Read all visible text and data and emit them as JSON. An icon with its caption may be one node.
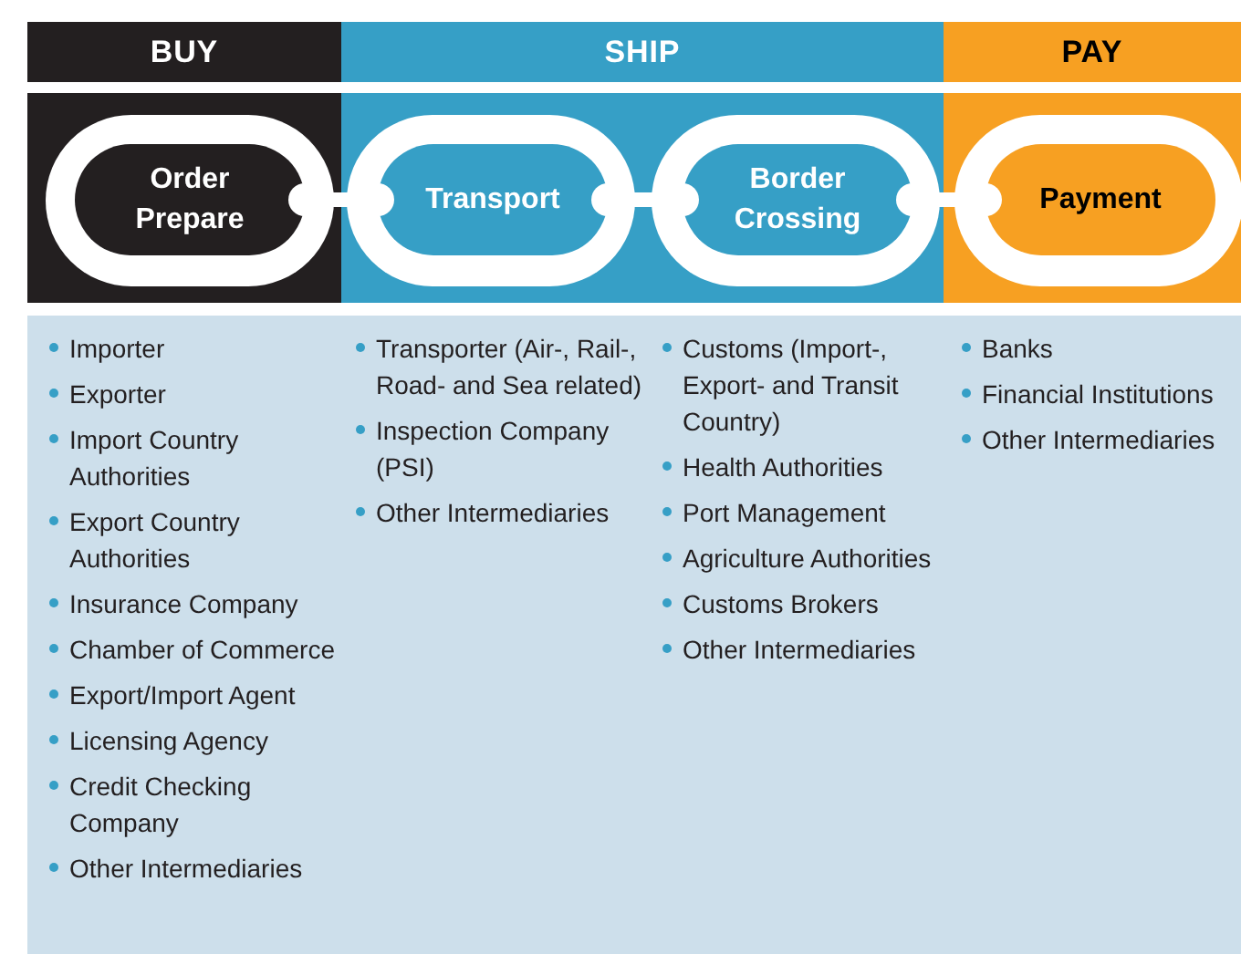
{
  "diagram": {
    "nodes": [
      {
        "text": [
          "BUY"
        ]
      },
      {
        "text": [
          "SHIP"
        ]
      },
      {
        "text": [
          "PAY"
        ]
      },
      {
        "text": [
          "Order Prepare"
        ]
      },
      {
        "text": [
          "Transport"
        ]
      },
      {
        "text": [
          "Border Crossing"
        ]
      },
      {
        "text": [
          "Payment"
        ]
      }
    ],
    "edges": [
      {
        "from": 3,
        "to": 4,
        "arrow": "other"
      },
      {
        "from": 4,
        "to": 5,
        "arrow": "other"
      },
      {
        "from": 5,
        "to": 6,
        "arrow": "other"
      }
    ],
    "labels": [
      "Importer",
      "Exporter",
      "Import Country Authorities",
      "Export Country Authorities",
      "Insurance Company",
      "Chamber of Commerce",
      "Export/Import Agent",
      "Licensing Agency",
      "Credit Checking Company",
      "Other Intermediaries",
      "Transporter (Air-, Rail-, Road- and Sea related)",
      "Inspection Company (PSI)",
      "Other Intermediaries",
      "Customs (Import-, Export- and Transit Country)",
      "Health Authorities",
      "Port Management",
      "Agriculture Authorities",
      "Customs Brokers",
      "Other Intermediaries",
      "Banks",
      "Financial Institutions",
      "Other Intermediaries"
    ]
  }
}
